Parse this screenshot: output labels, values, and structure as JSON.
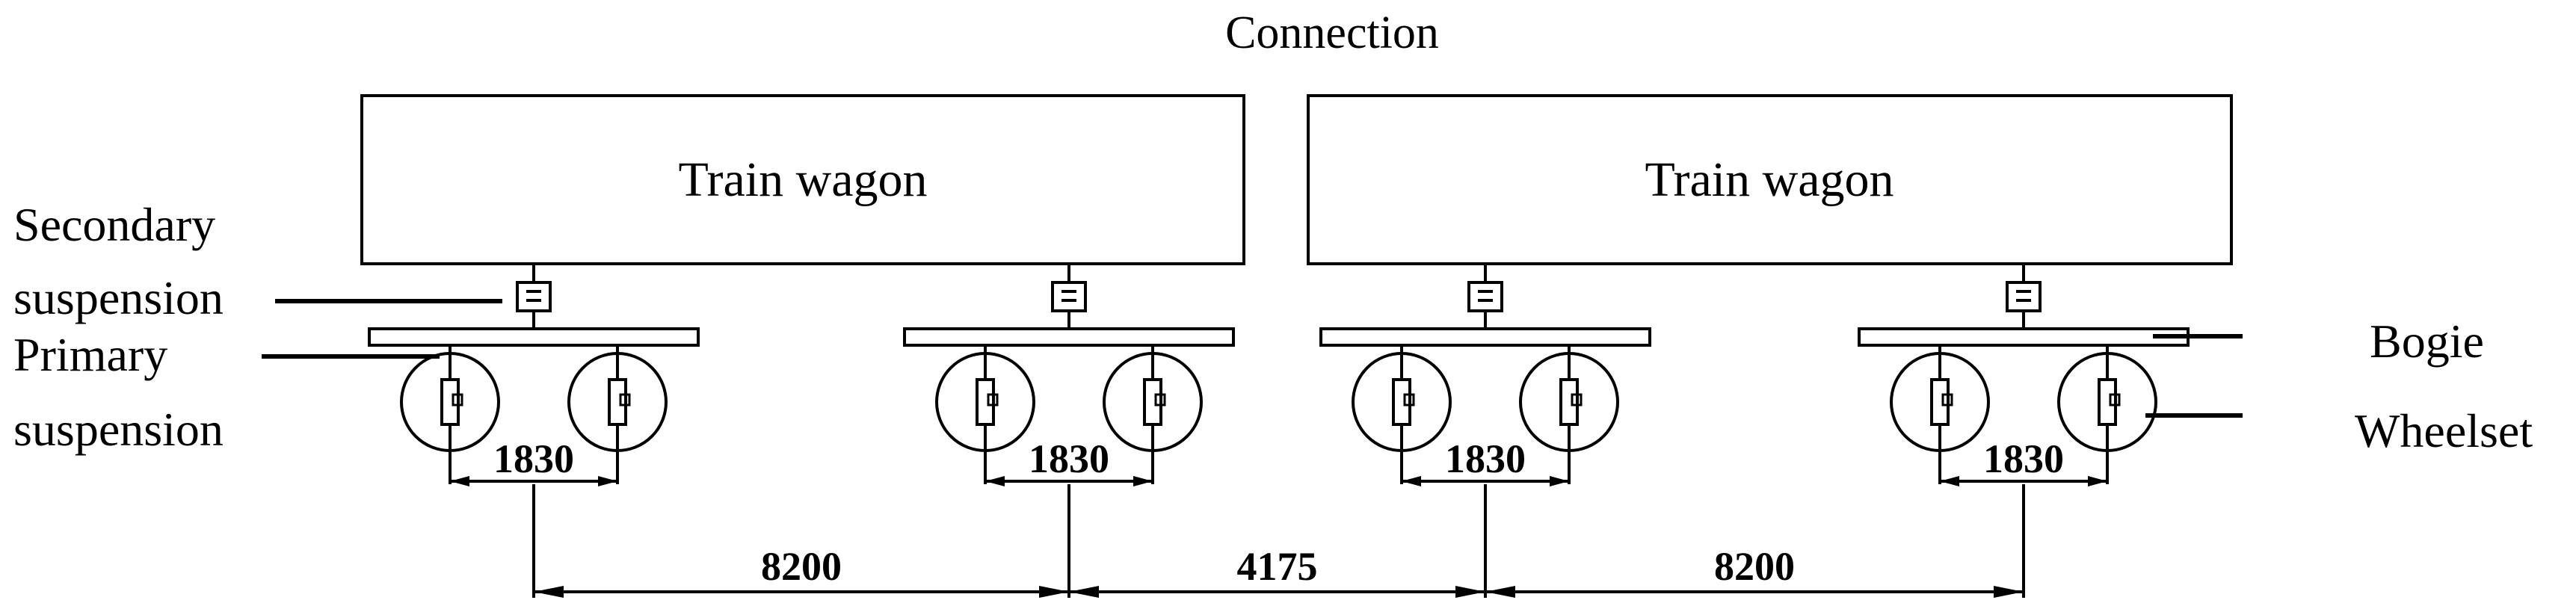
{
  "connection_label": "Connection",
  "wagons": [
    {
      "label": "Train wagon"
    },
    {
      "label": "Train wagon"
    }
  ],
  "labels": {
    "secondary_line1": "Secondary",
    "secondary_line2": "suspension",
    "primary_line1": "Primary",
    "primary_line2": "suspension",
    "bogie": "Bogie",
    "wheelset": "Wheelset"
  },
  "dimensions": {
    "wheelbase": [
      "1830",
      "1830",
      "1830",
      "1830"
    ],
    "bogie_spacing": [
      "8200",
      "4175",
      "8200"
    ]
  }
}
